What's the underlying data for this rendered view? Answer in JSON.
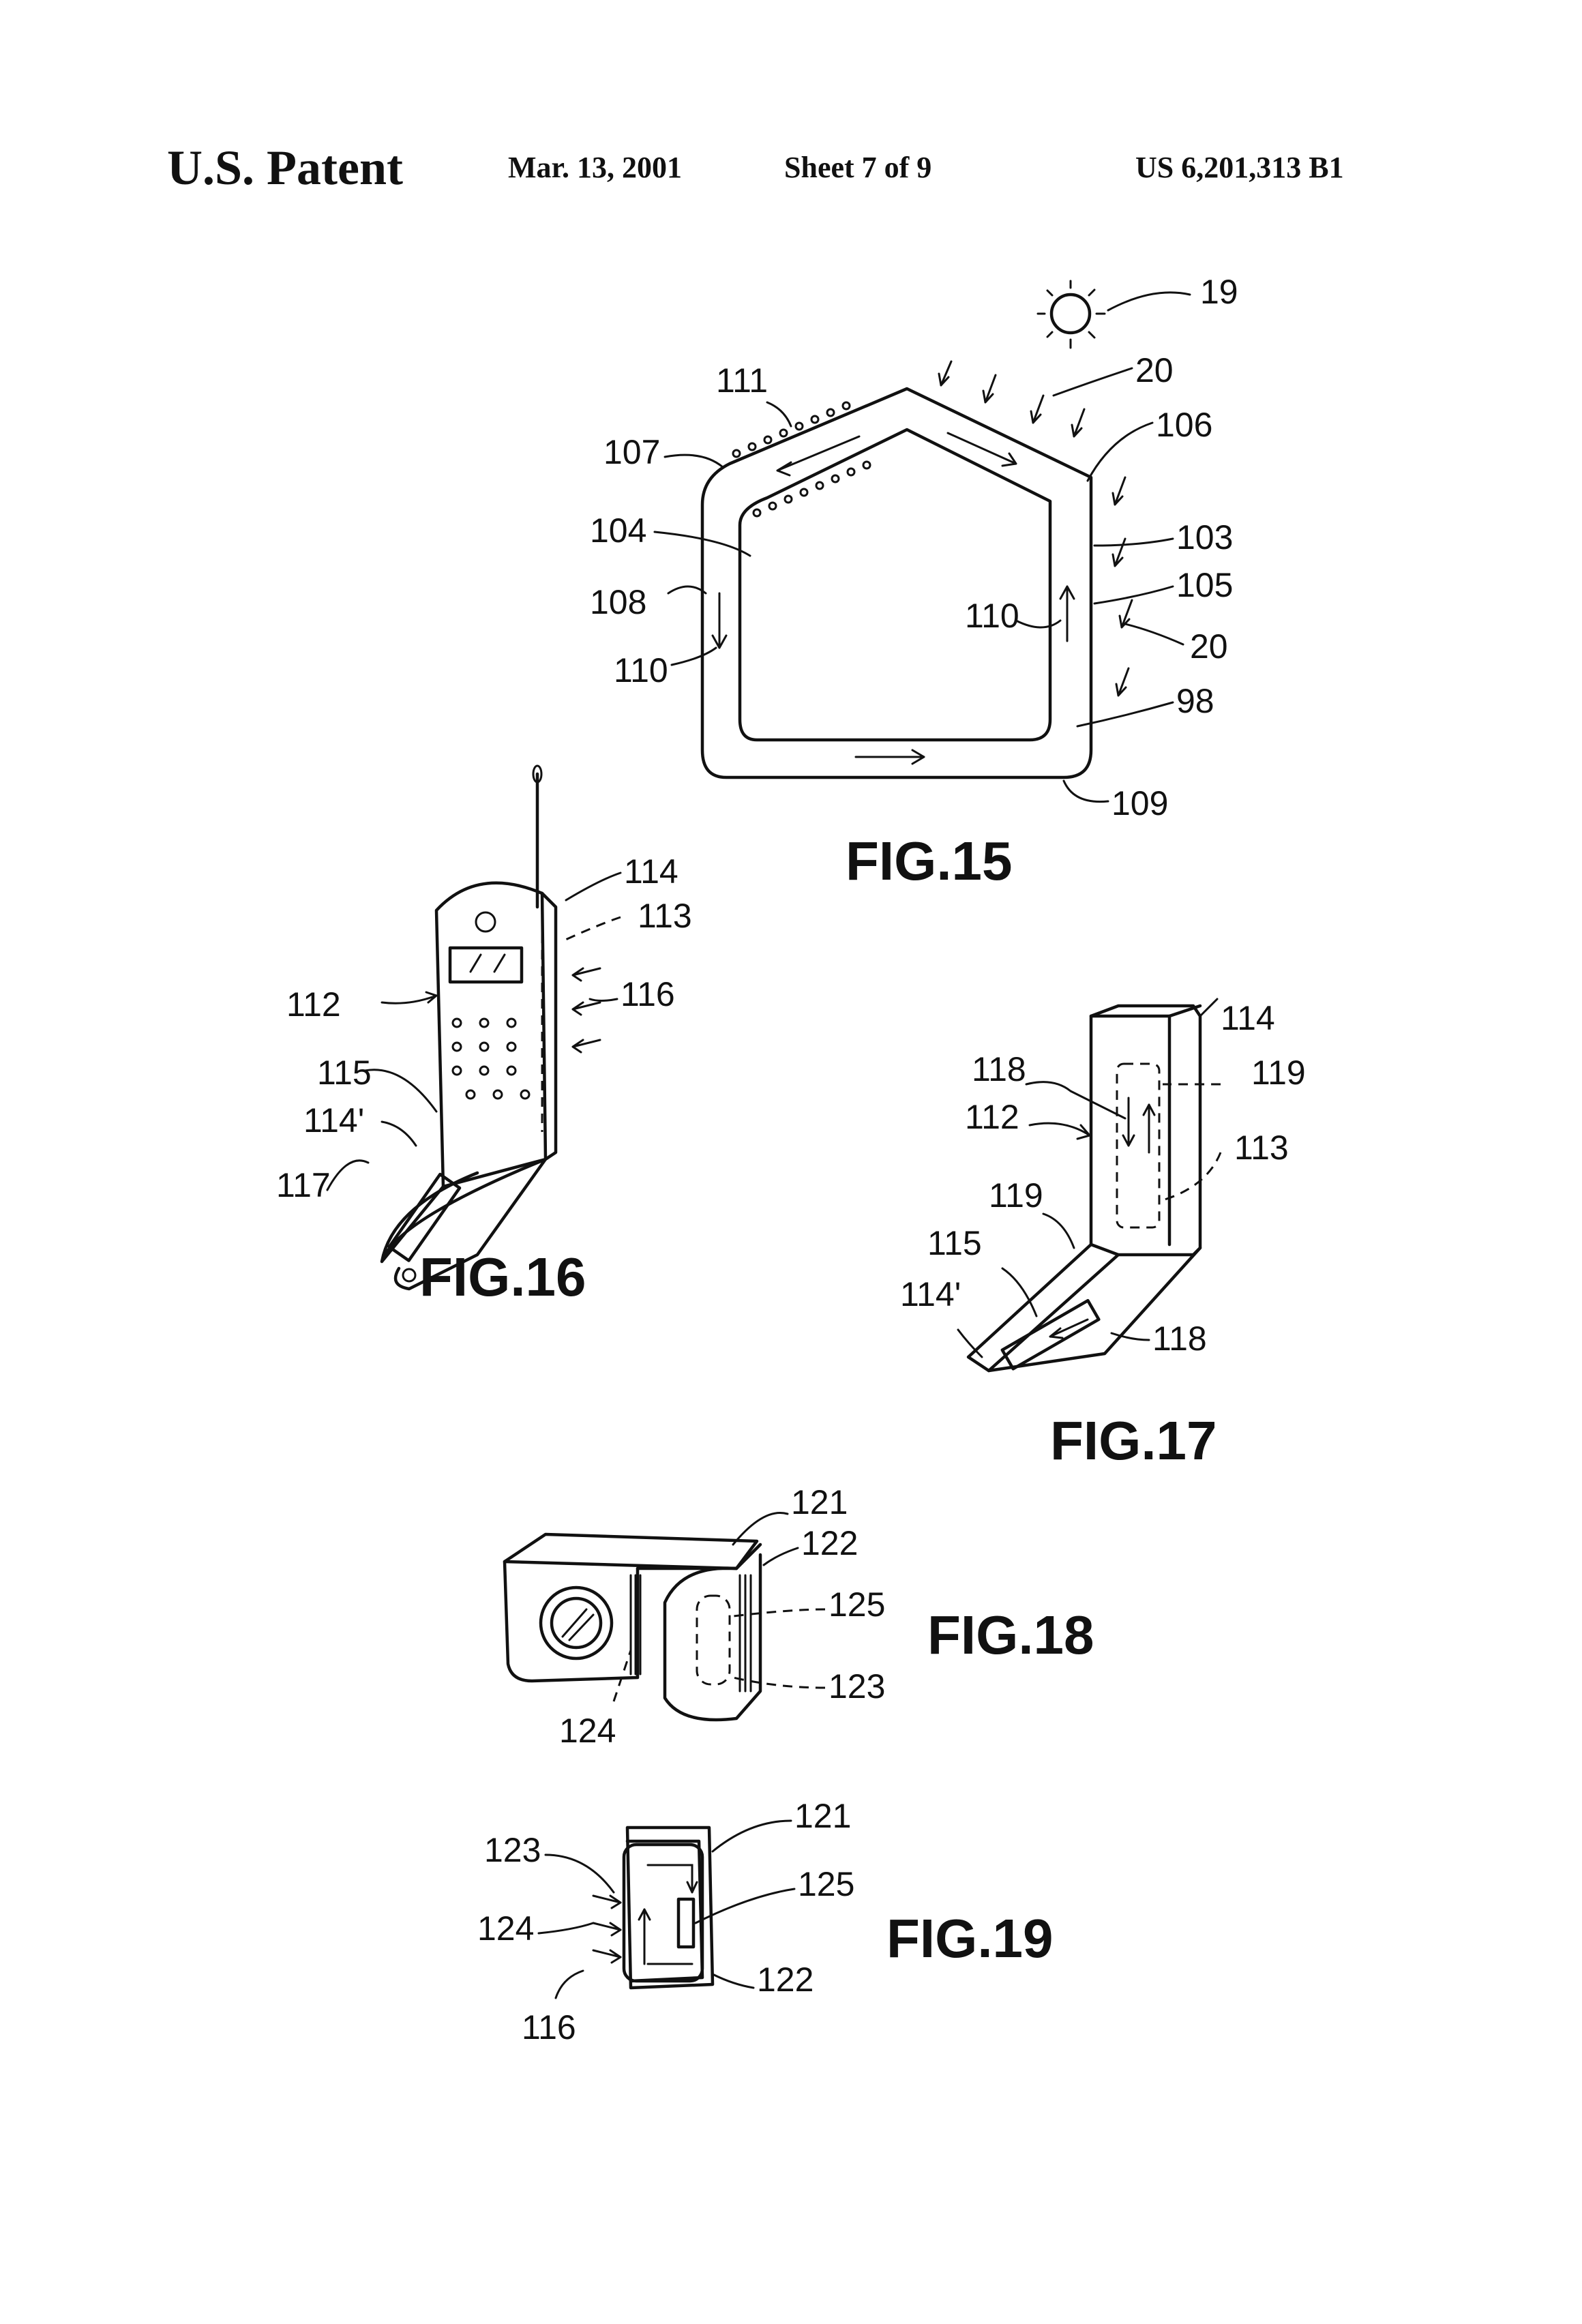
{
  "header": {
    "left": "U.S. Patent",
    "date": "Mar. 13, 2001",
    "sheet": "Sheet 7 of 9",
    "number": "US 6,201,313 B1"
  },
  "figures": {
    "fig15": {
      "title": "FIG.15",
      "labels": [
        "19",
        "20",
        "111",
        "106",
        "107",
        "104",
        "103",
        "108",
        "110",
        "105",
        "110",
        "20",
        "98",
        "109"
      ]
    },
    "fig16": {
      "title": "FIG.16",
      "labels": [
        "114",
        "113",
        "112",
        "116",
        "115",
        "114'",
        "117"
      ]
    },
    "fig17": {
      "title": "FIG.17",
      "labels": [
        "114",
        "118",
        "119",
        "112",
        "113",
        "119",
        "115",
        "114'",
        "118"
      ]
    },
    "fig18": {
      "title": "FIG.18",
      "labels": [
        "121",
        "122",
        "125",
        "123",
        "124"
      ]
    },
    "fig19": {
      "title": "FIG.19",
      "labels": [
        "121",
        "123",
        "125",
        "124",
        "122",
        "116"
      ]
    }
  }
}
